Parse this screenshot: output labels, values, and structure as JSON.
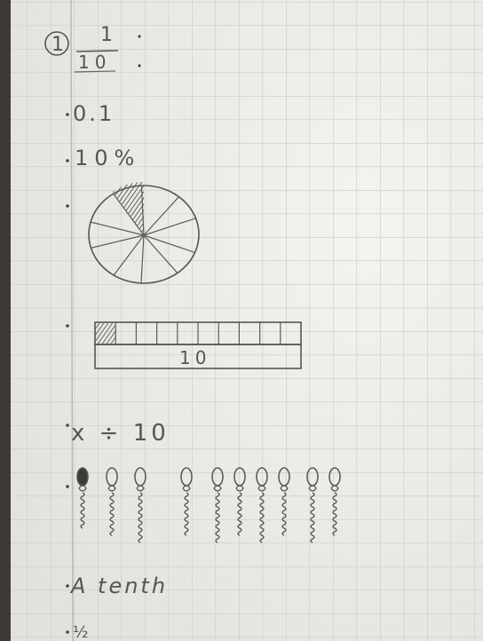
{
  "question": {
    "number": "1",
    "fraction": {
      "numerator": "1",
      "denominator": "10"
    },
    "decimal": "0.1",
    "percent": "10%",
    "pie": {
      "slices": 10,
      "shaded": 1
    },
    "bar": {
      "cells": 10,
      "shaded": 1,
      "label": "10"
    },
    "division": "x ÷ 10",
    "balloons": {
      "count": 10,
      "shaded": 1
    },
    "words": "A tenth",
    "trailing_mark": "½"
  },
  "colors": {
    "paper": "#ecece8",
    "grid": "#c9cbc8",
    "pencil": "#555555"
  }
}
